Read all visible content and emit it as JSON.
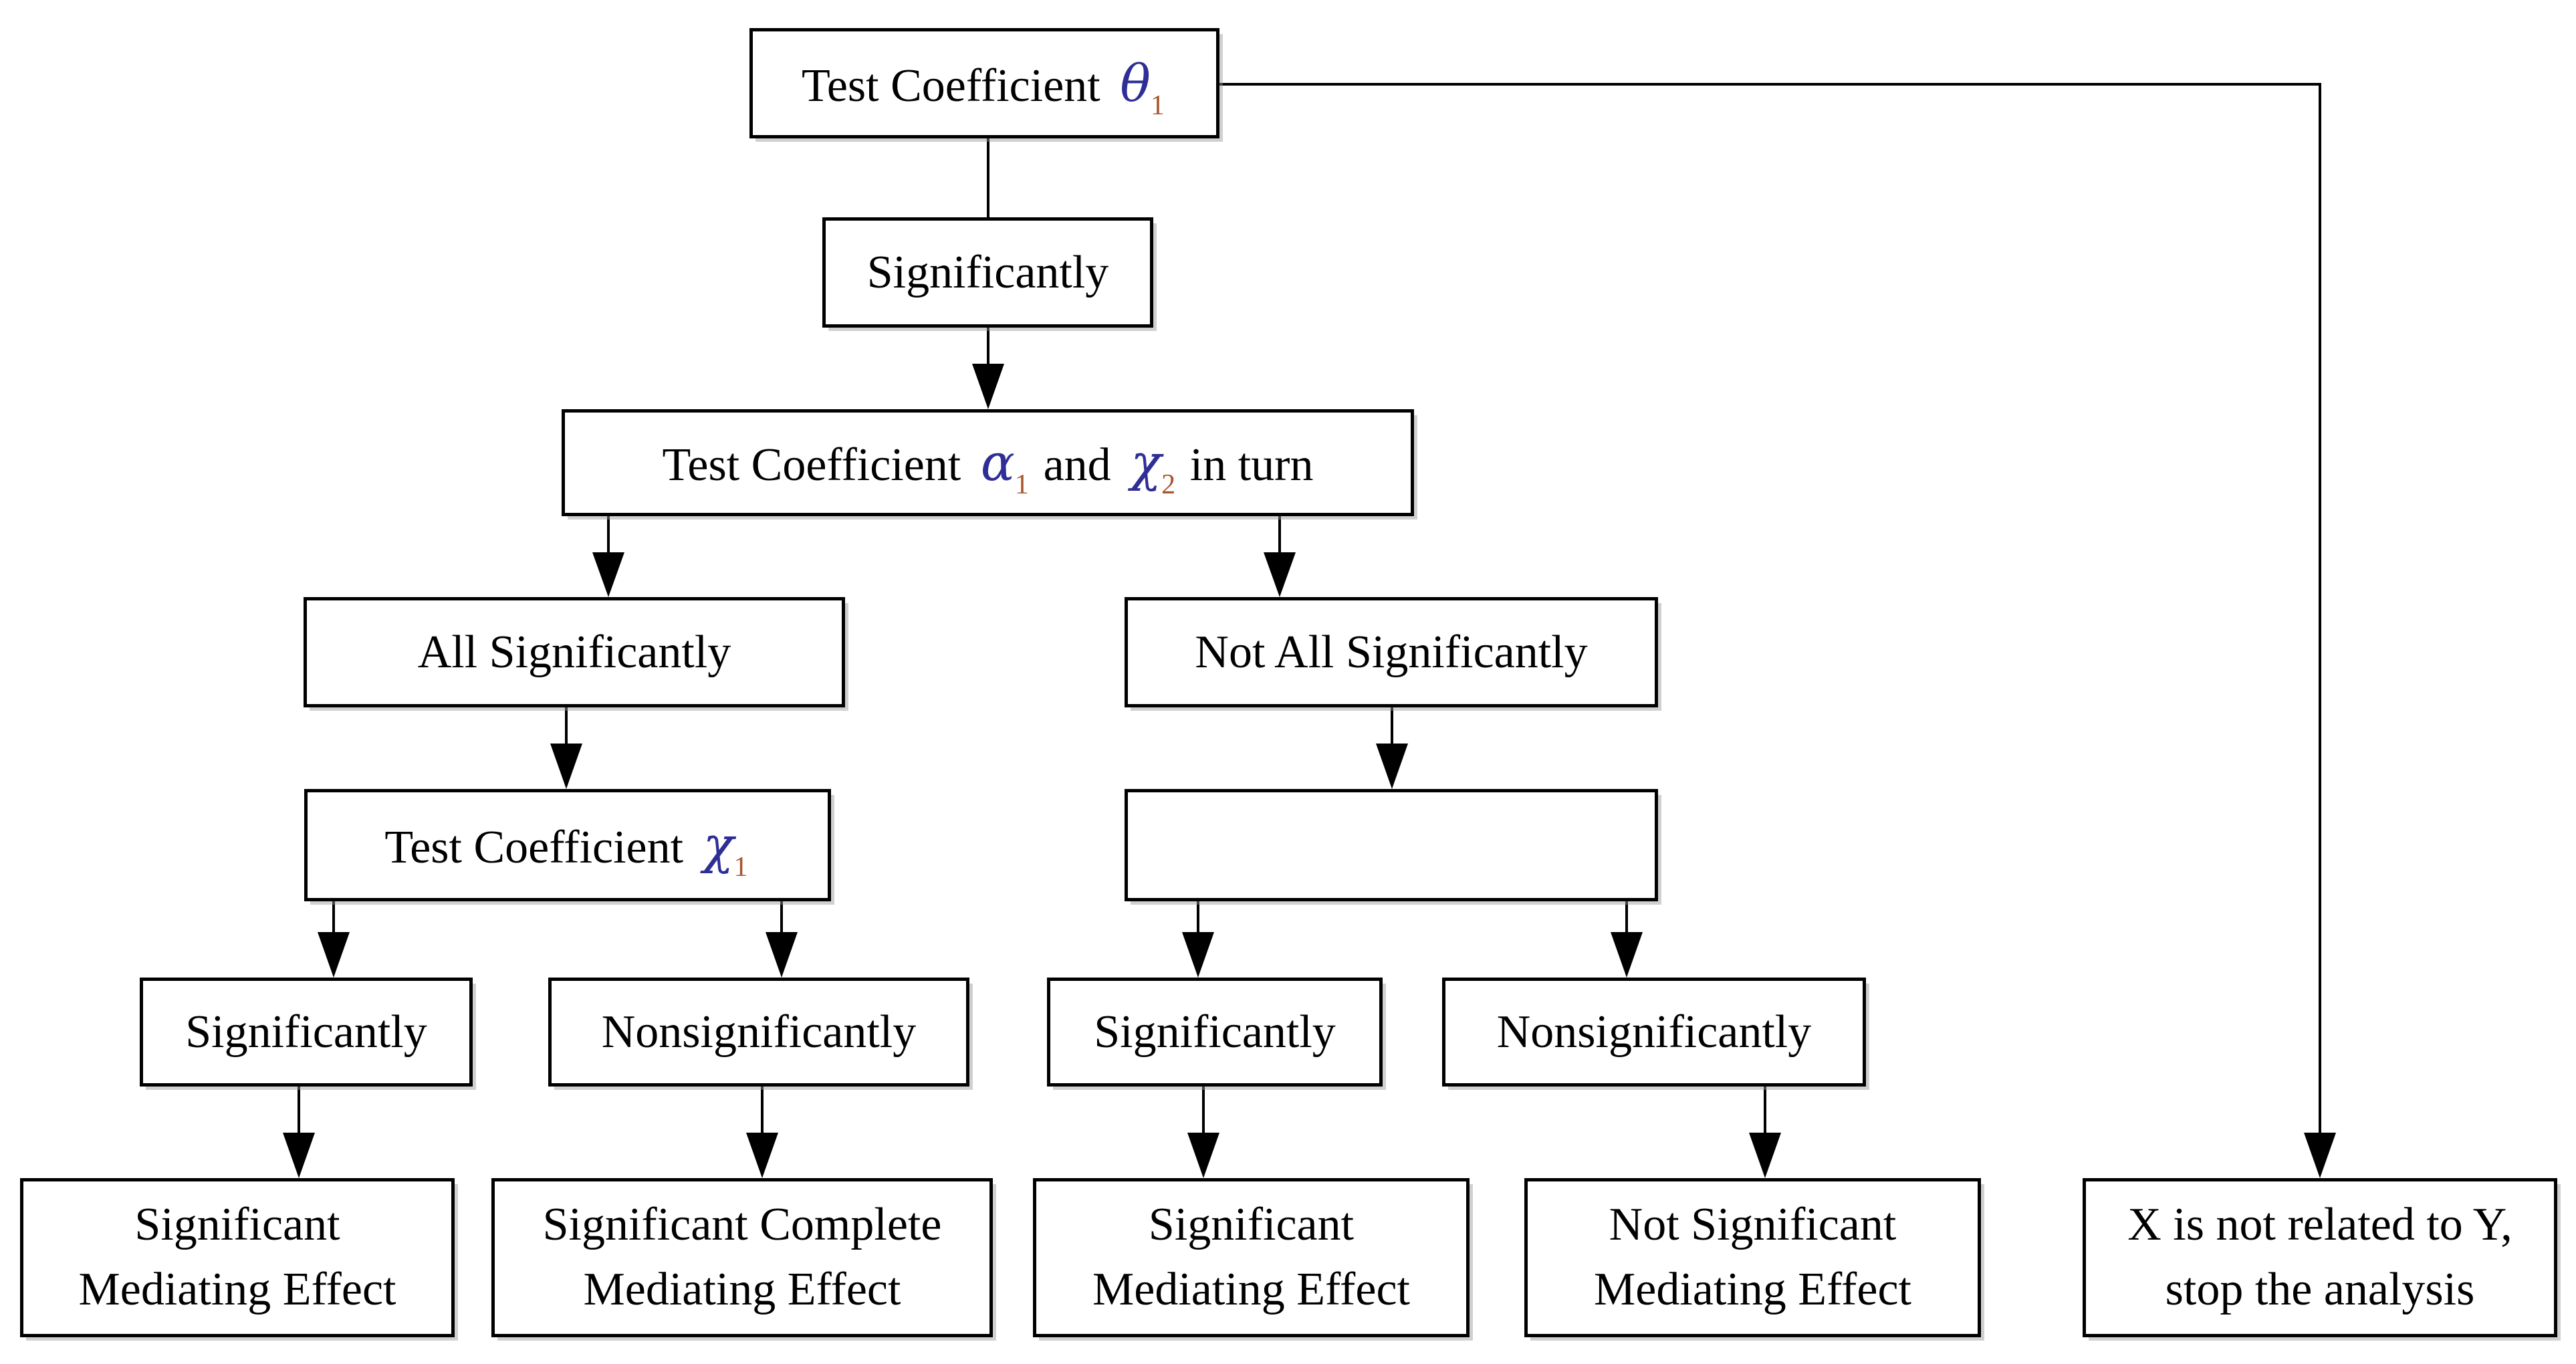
{
  "figure": {
    "type": "flowchart",
    "background": "#ffffff",
    "box_border_color": "#000000",
    "text_color": "#000000",
    "connector_color": "#000000",
    "symbol_color": "#2e2e96",
    "subscript_color": "#a8562c"
  },
  "nodes": {
    "test_theta": {
      "prefix": "Test Coefficient ",
      "symbol": "θ",
      "sub": "1"
    },
    "significantly_top": {
      "label": "Significantly"
    },
    "test_alpha_chi": {
      "prefix": "Test Coefficient ",
      "symbol1": "α",
      "sub1": "1",
      "mid": " and ",
      "symbol2": "χ",
      "sub2": "2",
      "suffix": " in turn"
    },
    "all_significantly": {
      "label": "All Significantly"
    },
    "not_all_significantly": {
      "label": "Not All Significantly"
    },
    "test_chi1": {
      "prefix": "Test Coefficient ",
      "symbol": "χ",
      "sub": "1"
    },
    "significantly_left": {
      "label": "Significantly"
    },
    "nonsignificantly_left": {
      "label": "Nonsignificantly"
    },
    "significantly_right": {
      "label": "Significantly"
    },
    "nonsignificantly_right": {
      "label": "Nonsignificantly"
    },
    "significant_mediating_left": {
      "line1": "Significant",
      "line2": "Mediating Effect"
    },
    "significant_complete_mediating": {
      "line1": "Significant Complete",
      "line2": "Mediating Effect"
    },
    "significant_mediating_right": {
      "line1": "Significant",
      "line2": "Mediating Effect"
    },
    "not_significant_mediating": {
      "line1": "Not Significant",
      "line2": "Mediating Effect"
    },
    "x_not_related": {
      "line1": "X is not related to Y,",
      "line2": "stop the analysis"
    }
  }
}
